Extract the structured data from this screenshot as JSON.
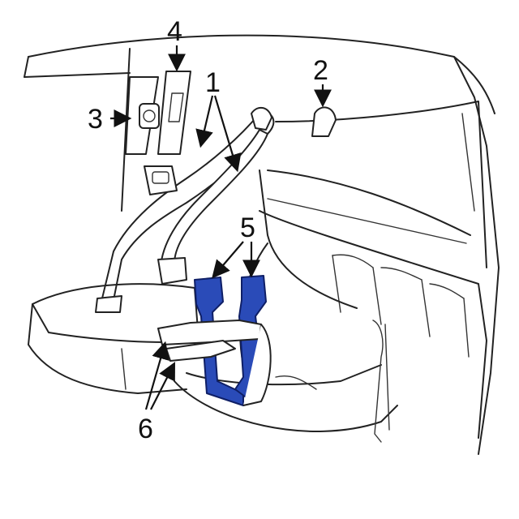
{
  "diagram": {
    "callouts": [
      {
        "id": "1",
        "label": "1"
      },
      {
        "id": "2",
        "label": "2"
      },
      {
        "id": "3",
        "label": "3"
      },
      {
        "id": "4",
        "label": "4"
      },
      {
        "id": "5",
        "label": "5"
      },
      {
        "id": "6",
        "label": "6"
      }
    ],
    "colors": {
      "highlight": "#2a4bb8",
      "line": "#222222",
      "background": "#ffffff"
    }
  }
}
